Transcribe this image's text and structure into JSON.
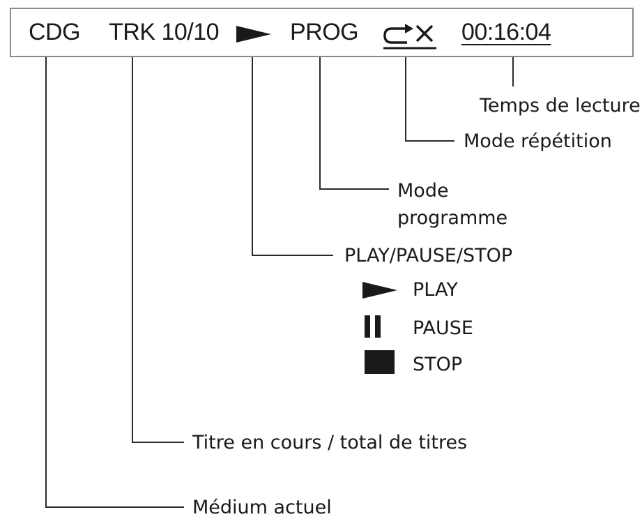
{
  "display": {
    "medium": "CDG",
    "track": "TRK 10/10",
    "program": "PROG",
    "time": "00:16:04",
    "icons": [
      "play-icon",
      "repeat-off-icon"
    ]
  },
  "labels": {
    "playing_time": "Temps de lecture",
    "repeat_mode": "Mode répétition",
    "program_mode_line1": "Mode",
    "program_mode_line2": "programme",
    "play_pause_stop": "PLAY/PAUSE/STOP",
    "current_track": "Titre en cours / total de titres",
    "current_medium": "Médium actuel"
  },
  "legend": [
    {
      "icon": "play-icon",
      "label": "PLAY"
    },
    {
      "icon": "pause-icon",
      "label": "PAUSE"
    },
    {
      "icon": "stop-icon",
      "label": "STOP"
    }
  ],
  "colors": {
    "ink": "#1a1a1a",
    "frame": "#8a8a8a"
  }
}
